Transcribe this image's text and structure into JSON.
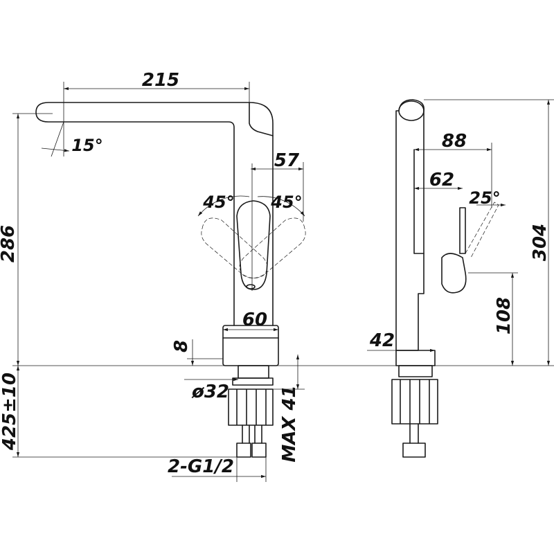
{
  "front": {
    "width_top": "215",
    "spout_angle": "15°",
    "handle_offset": "57",
    "handle_angle_left": "45°",
    "handle_angle_right": "45°",
    "height": "286",
    "base_width": "60",
    "base_height": "8",
    "hole_diameter": "ø32",
    "install_length": "425±10",
    "max_thickness": "MAX 41",
    "connection": "2-G1/2"
  },
  "side": {
    "reach": "88",
    "handle_reach": "62",
    "handle_angle": "25°",
    "total_height": "304",
    "handle_height": "108",
    "body_width": "42"
  }
}
